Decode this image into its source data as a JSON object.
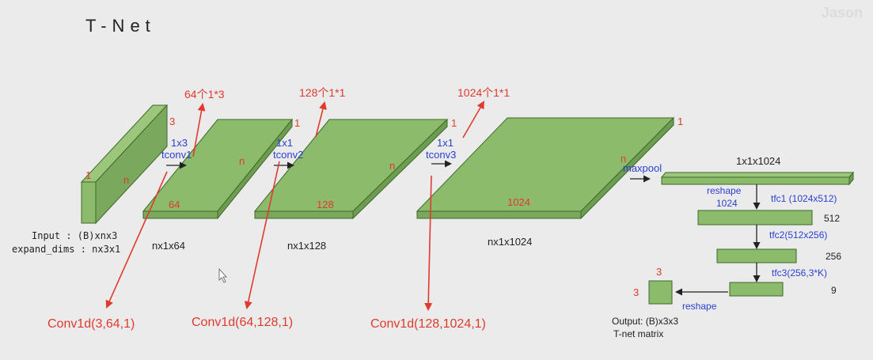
{
  "title": "T-Net",
  "watermark": "Jason",
  "input": {
    "dims_top": "3",
    "dims_left": "1",
    "dims_n": "n",
    "line1": "Input : (B)xnx3",
    "line2": "expand_dims : nx3x1"
  },
  "conv_layers": [
    {
      "label_kernel": "1x3",
      "label_op": "tconv1",
      "side_label": "64",
      "n_label": "n",
      "dim_label": "1",
      "shape": "nx1x64",
      "annotation": "64个1*3",
      "op_name": "Conv1d(3,64,1)"
    },
    {
      "label_kernel": "1x1",
      "label_op": "tconv2",
      "side_label": "128",
      "n_label": "n",
      "dim_label": "1",
      "shape": "nx1x128",
      "annotation": "128个1*1",
      "op_name": "Conv1d(64,128,1)"
    },
    {
      "label_kernel": "1x1",
      "label_op": "tconv3",
      "side_label": "1024",
      "n_label": "n",
      "dim_label": "1",
      "shape": "nx1x1024",
      "annotation": "1024个1*1",
      "op_name": "Conv1d(128,1024,1)"
    }
  ],
  "maxpool": {
    "label": "maxpool",
    "n_label": "n",
    "shape": "1x1x1024"
  },
  "fc": {
    "reshape_label": "reshape",
    "reshape_value": "1024",
    "tfc1": "tfc1 (1024x512)",
    "tfc1_out": "512",
    "tfc2": "tfc2(512x256)",
    "tfc2_out": "256",
    "tfc3": "tfc3(256,3*K)",
    "tfc3_out": "9"
  },
  "output": {
    "reshape_label": "reshape",
    "dim_top": "3",
    "dim_left": "3",
    "line1": "Output: (B)x3x3",
    "line2": "T-net matrix"
  },
  "colors": {
    "block_face": "#8cbb6c",
    "block_edge": "#3e6a2a",
    "annotation": "#e03a2e",
    "op_label": "#2a3fd0"
  }
}
